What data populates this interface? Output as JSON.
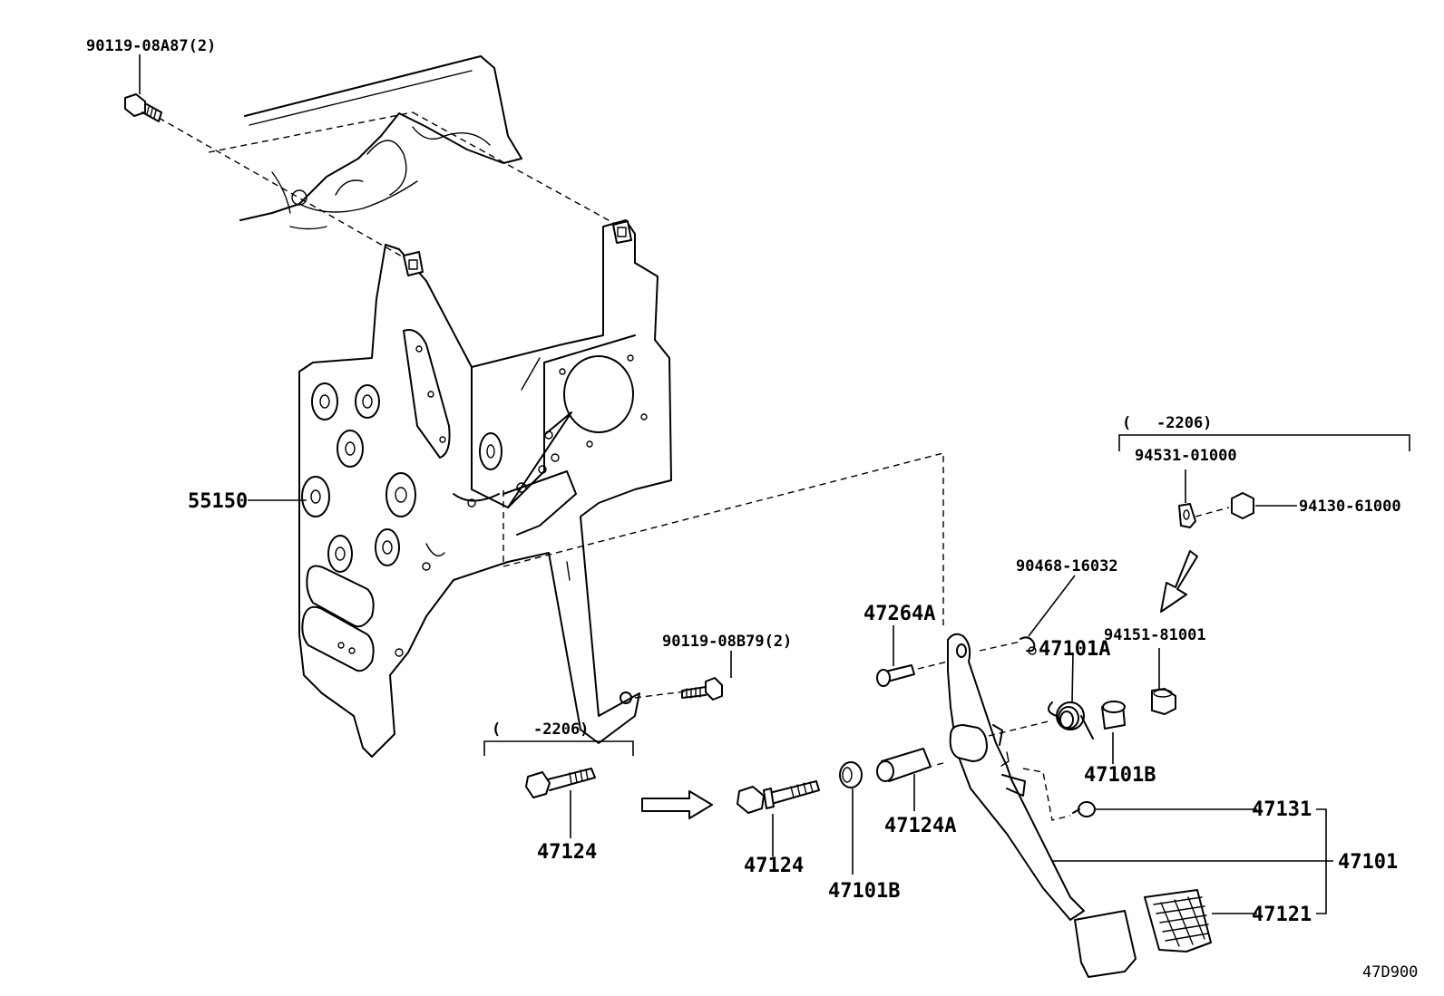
{
  "diagram_code": "47D900",
  "bracket_left": {
    "open": "(",
    "range": "-2206)"
  },
  "bracket_right": {
    "open": "(",
    "range": "-2206)"
  },
  "parts": {
    "p55150": "55150",
    "bolt_top": "90119-08A87(2)",
    "bolt_mid": "90119-08B79(2)",
    "p47264A": "47264A",
    "p90468": "90468-16032",
    "p47101A": "47101A",
    "p94531": "94531-01000",
    "p94130": "94130-61000",
    "p94151": "94151-81001",
    "p47101B_right": "47101B",
    "p47124_left": "47124",
    "p47124_mid": "47124",
    "p47101B_mid": "47101B",
    "p47124A": "47124A",
    "p47131": "47131",
    "p47101": "47101",
    "p47121": "47121"
  }
}
